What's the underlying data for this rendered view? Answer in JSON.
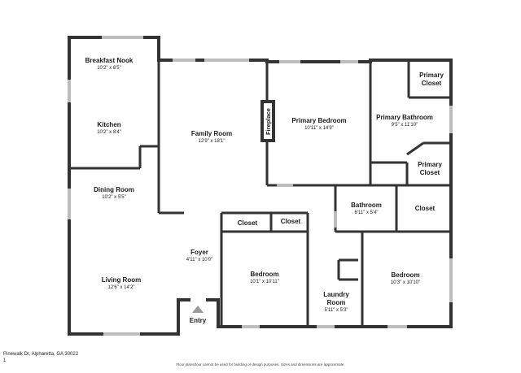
{
  "rooms": {
    "breakfast_nook": {
      "name": "Breakfast Nook",
      "dims": "10'2\" x 6'5\""
    },
    "kitchen": {
      "name": "Kitchen",
      "dims": "10'2\" x 8'4\""
    },
    "dining_room": {
      "name": "Dining Room",
      "dims": "10'2\" x 5'5\""
    },
    "living_room": {
      "name": "Living Room",
      "dims": "12'6\" x 14'2\""
    },
    "family_room": {
      "name": "Family Room",
      "dims": "12'9\" x 18'1\""
    },
    "foyer": {
      "name": "Foyer",
      "dims": "4'11\" x 10'0\""
    },
    "primary_bedroom": {
      "name": "Primary Bedroom",
      "dims": "10'11\" x 14'9\""
    },
    "primary_bathroom": {
      "name": "Primary Bathroom",
      "dims": "9'5\" x 11'10\""
    },
    "primary_closet_top": {
      "name": "Primary\nCloset"
    },
    "primary_closet_bottom": {
      "name": "Primary\nCloset"
    },
    "bathroom": {
      "name": "Bathroom",
      "dims": "6'11\" x 5'4\""
    },
    "closet_right": {
      "name": "Closet"
    },
    "closet_a": {
      "name": "Closet"
    },
    "closet_b": {
      "name": "Closet"
    },
    "bedroom_center": {
      "name": "Bedroom",
      "dims": "10'1\" x 10'11\""
    },
    "bedroom_right": {
      "name": "Bedroom",
      "dims": "10'3\" x 10'10\""
    },
    "laundry_room": {
      "name": "Laundry\nRoom",
      "dims": "5'11\" x 5'3\""
    }
  },
  "fireplace": "Fireplace",
  "entry": "Entry",
  "footer": {
    "address": "Pinewalk Dr, Alpharetta, GA 30022",
    "page": "1",
    "disclaimer": "Floor plans/tour cannot be used for building or design purposes. Sizes and dimensions are approximate."
  },
  "colors": {
    "wall": "#333333",
    "window": "#bfbfbf",
    "fireplace_fill": "#333333"
  }
}
